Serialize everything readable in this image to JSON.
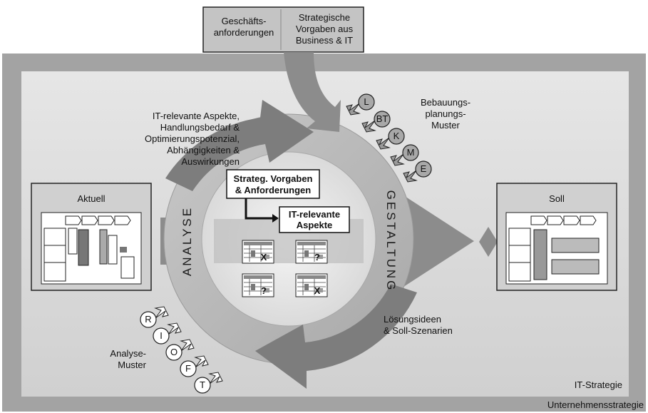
{
  "top_box": {
    "left": [
      "Geschäfts-",
      "anforderungen"
    ],
    "right": [
      "Strategische",
      "Vorgaben aus",
      "Business & IT"
    ]
  },
  "labels": {
    "analysis_aspects": [
      "IT-relevante Aspekte,",
      "Handlungsbedarf &",
      "Optimierungspotenzial,",
      "Abhängigkeiten &",
      "Auswirkungen"
    ],
    "bebauung": [
      "Bebauungs-",
      "planungs-",
      "Muster"
    ],
    "loesung": [
      "Lösungsideen",
      "& Soll-Szenarien"
    ],
    "analyse_muster": [
      "Analyse-",
      "Muster"
    ]
  },
  "current": {
    "title": "Aktuell"
  },
  "target": {
    "title": "Soll"
  },
  "ring": {
    "left": "ANALYSE",
    "right": "GESTALTUNG"
  },
  "center": {
    "box1": [
      "Strateg. Vorgaben",
      "& Anforderungen"
    ],
    "box2": [
      "IT-relevante",
      "Aspekte"
    ],
    "tiles": [
      "X",
      "?",
      "?",
      "X"
    ]
  },
  "bebauung_patterns": [
    "L",
    "BT",
    "K",
    "M",
    "E"
  ],
  "analyse_patterns": [
    "R",
    "I",
    "O",
    "F",
    "T"
  ],
  "footer": {
    "it_strategy": "IT-Strategie",
    "corporate_strategy": "Unternehmensstrategie"
  },
  "colors": {
    "outer": "#a3a3a3",
    "inner": "#dcdcdc",
    "box": "#c4c4c4",
    "arrow": "#8c8c8c",
    "ring": "#b4b4b4"
  }
}
